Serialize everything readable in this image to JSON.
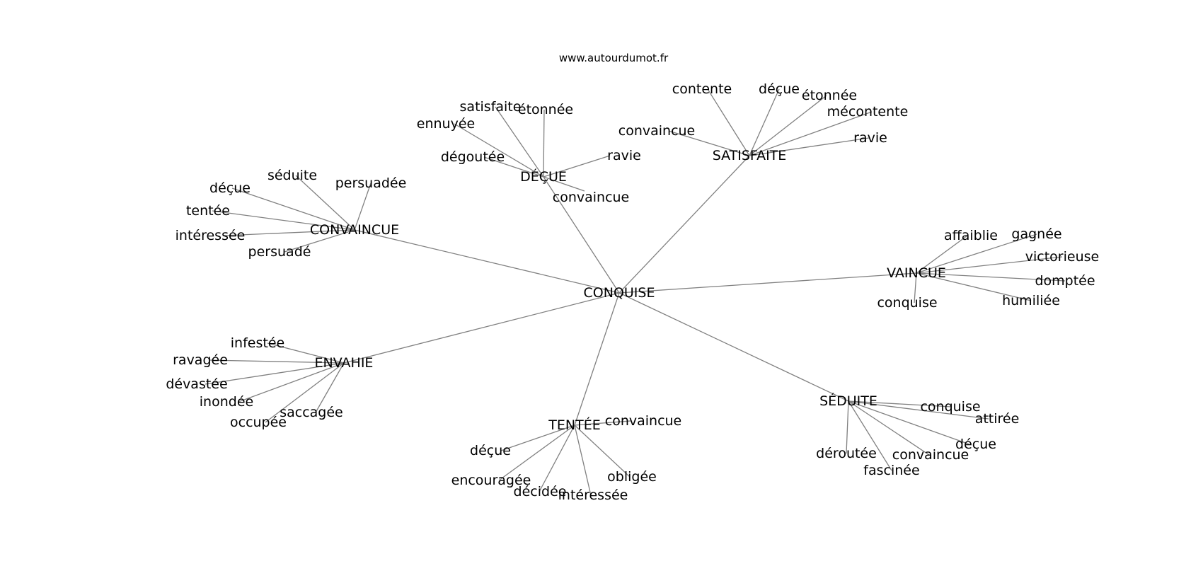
{
  "watermark": "www.autourdumot.fr",
  "center": "CONQUISE",
  "colors": {
    "edge": "#808080",
    "text": "#000000",
    "background": "#ffffff"
  },
  "clusters": [
    {
      "hub": "DÉÇUE",
      "leaves": [
        "satisfaite",
        "étonnée",
        "ennuyée",
        "dégoutée",
        "ravie",
        "convaincue"
      ]
    },
    {
      "hub": "SATISFAITE",
      "leaves": [
        "contente",
        "déçue",
        "étonnée",
        "mécontente",
        "convaincue",
        "ravie"
      ]
    },
    {
      "hub": "CONVAINCUE",
      "leaves": [
        "séduite",
        "persuadée",
        "déçue",
        "tentée",
        "intéressée",
        "persuadé"
      ]
    },
    {
      "hub": "VAINCUE",
      "leaves": [
        "affaiblie",
        "gagnée",
        "victorieuse",
        "domptée",
        "humiliée",
        "conquise"
      ]
    },
    {
      "hub": "ENVAHIE",
      "leaves": [
        "infestée",
        "ravagée",
        "dévastée",
        "inondée",
        "saccagée",
        "occupée"
      ]
    },
    {
      "hub": "TENTÉE",
      "leaves": [
        "convaincue",
        "déçue",
        "encouragée",
        "décidée",
        "intéressée",
        "obligée"
      ]
    },
    {
      "hub": "SÉDUITE",
      "leaves": [
        "conquise",
        "attirée",
        "déçue",
        "convaincue",
        "fascinée",
        "déroutée"
      ]
    }
  ]
}
